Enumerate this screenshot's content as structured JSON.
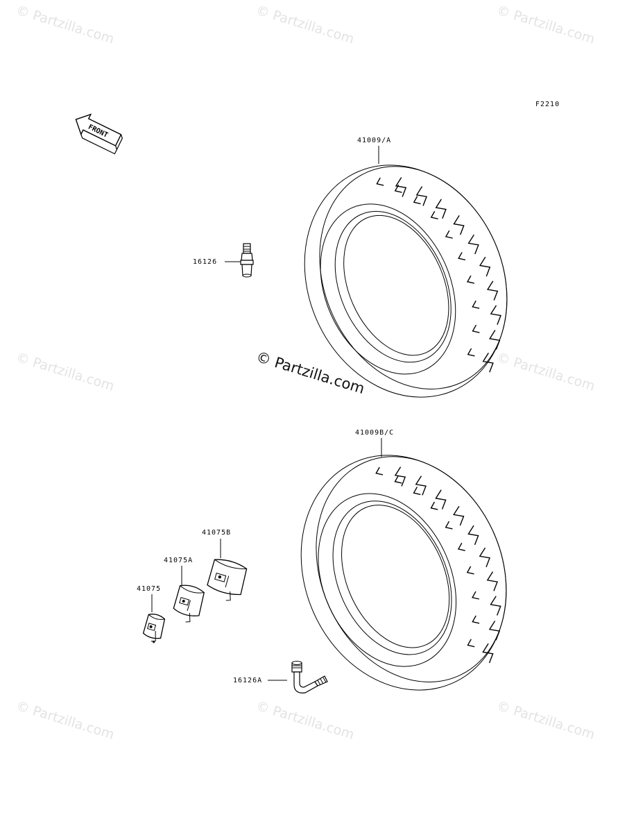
{
  "diagram_code": "F2210",
  "front_arrow": "FRONT",
  "watermark_text": "© Partzilla.com",
  "center_watermark": "© Partzilla.com",
  "parts": {
    "tire_front": "41009/A",
    "tire_rear": "41009B/C",
    "valve_straight": "16126",
    "valve_angled": "16126A",
    "weight_1": "41075",
    "weight_2": "41075A",
    "weight_3": "41075B"
  },
  "colors": {
    "line": "#000000",
    "watermark": "#e3e3e3",
    "background": "#ffffff"
  }
}
